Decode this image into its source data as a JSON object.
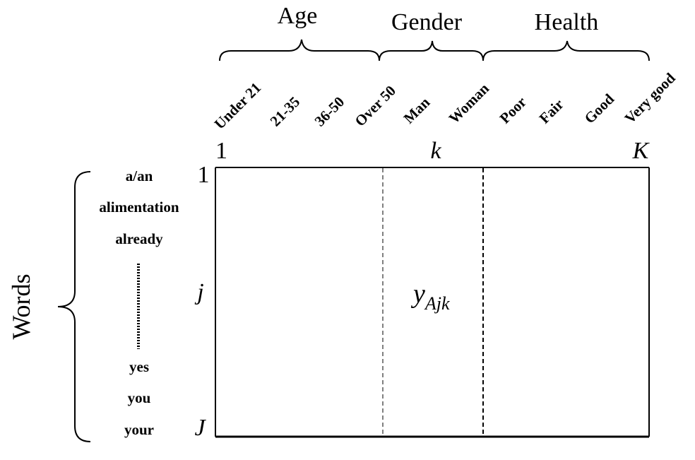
{
  "groups": [
    {
      "label": "Age"
    },
    {
      "label": "Gender"
    },
    {
      "label": "Health"
    }
  ],
  "columns": [
    "Under 21",
    "21-35",
    "36-50",
    "Over 50",
    "Man",
    "Woman",
    "Poor",
    "Fair",
    "Good",
    "Very good"
  ],
  "column_indices": {
    "first": "1",
    "middle": "k",
    "last": "K"
  },
  "row_group_label": "Words",
  "rows_top": [
    "a/an",
    "alimentation",
    "already"
  ],
  "rows_bottom": [
    "yes",
    "you",
    "your"
  ],
  "row_indices": {
    "first": "1",
    "middle": "j",
    "last": "J"
  },
  "cell": {
    "main": "y",
    "sub": "Ajk"
  }
}
